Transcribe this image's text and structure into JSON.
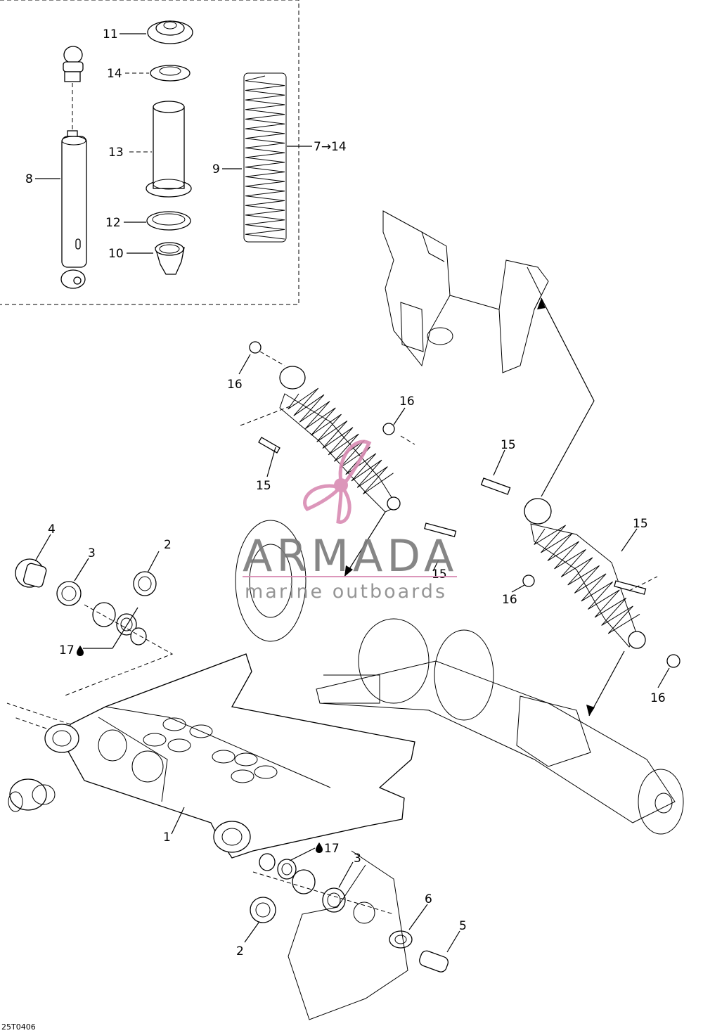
{
  "diagram": {
    "code": "25T0406",
    "inset_range_label": "7→14",
    "colors": {
      "line": "#000000",
      "watermark_logo": "#d98bb3",
      "watermark_text": "#7a7a7a"
    },
    "callouts": {
      "c1": "1",
      "c2a": "2",
      "c2b": "2",
      "c3a": "3",
      "c3b": "3",
      "c4": "4",
      "c5": "5",
      "c6": "6",
      "c8": "8",
      "c9": "9",
      "c10": "10",
      "c11": "11",
      "c12": "12",
      "c13": "13",
      "c14": "14",
      "c15a": "15",
      "c15b": "15",
      "c15c": "15",
      "c15d": "15",
      "c16a": "16",
      "c16b": "16",
      "c16c": "16",
      "c16d": "16",
      "c17a": "17",
      "c17b": "17"
    }
  },
  "watermark": {
    "brand": "ARMADA",
    "tagline": "marine outboards",
    "logo_icon": "propeller-icon"
  }
}
